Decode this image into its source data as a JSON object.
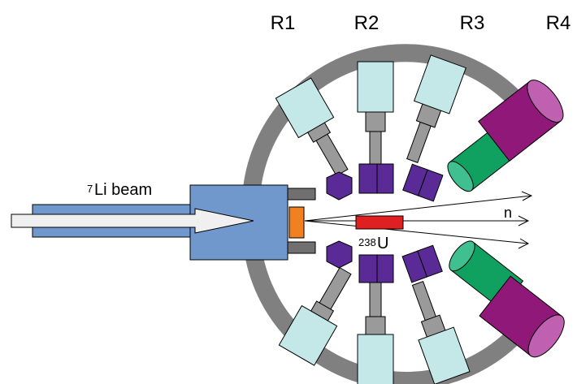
{
  "rings": {
    "r1": "R1",
    "r2": "R2",
    "r3": "R3",
    "r4": "R4"
  },
  "beam": {
    "superscript": "7",
    "text": "Li beam"
  },
  "target": {
    "superscript": "238",
    "text": "U"
  },
  "neutron_label": "n",
  "colors": {
    "chamber": "#808080",
    "detector_head": "#c4e8e8",
    "photomultiplier": "#9a9a9a",
    "crystal_purple": "#5a2a96",
    "hexagon": "#5a2a96",
    "beam_pipe": "#7098cc",
    "beam_arrow": "#f0f0f0",
    "beam_target": "#f08020",
    "u_target": "#e02020",
    "green_detector": "#10a060",
    "magenta_detector": "#901878"
  }
}
